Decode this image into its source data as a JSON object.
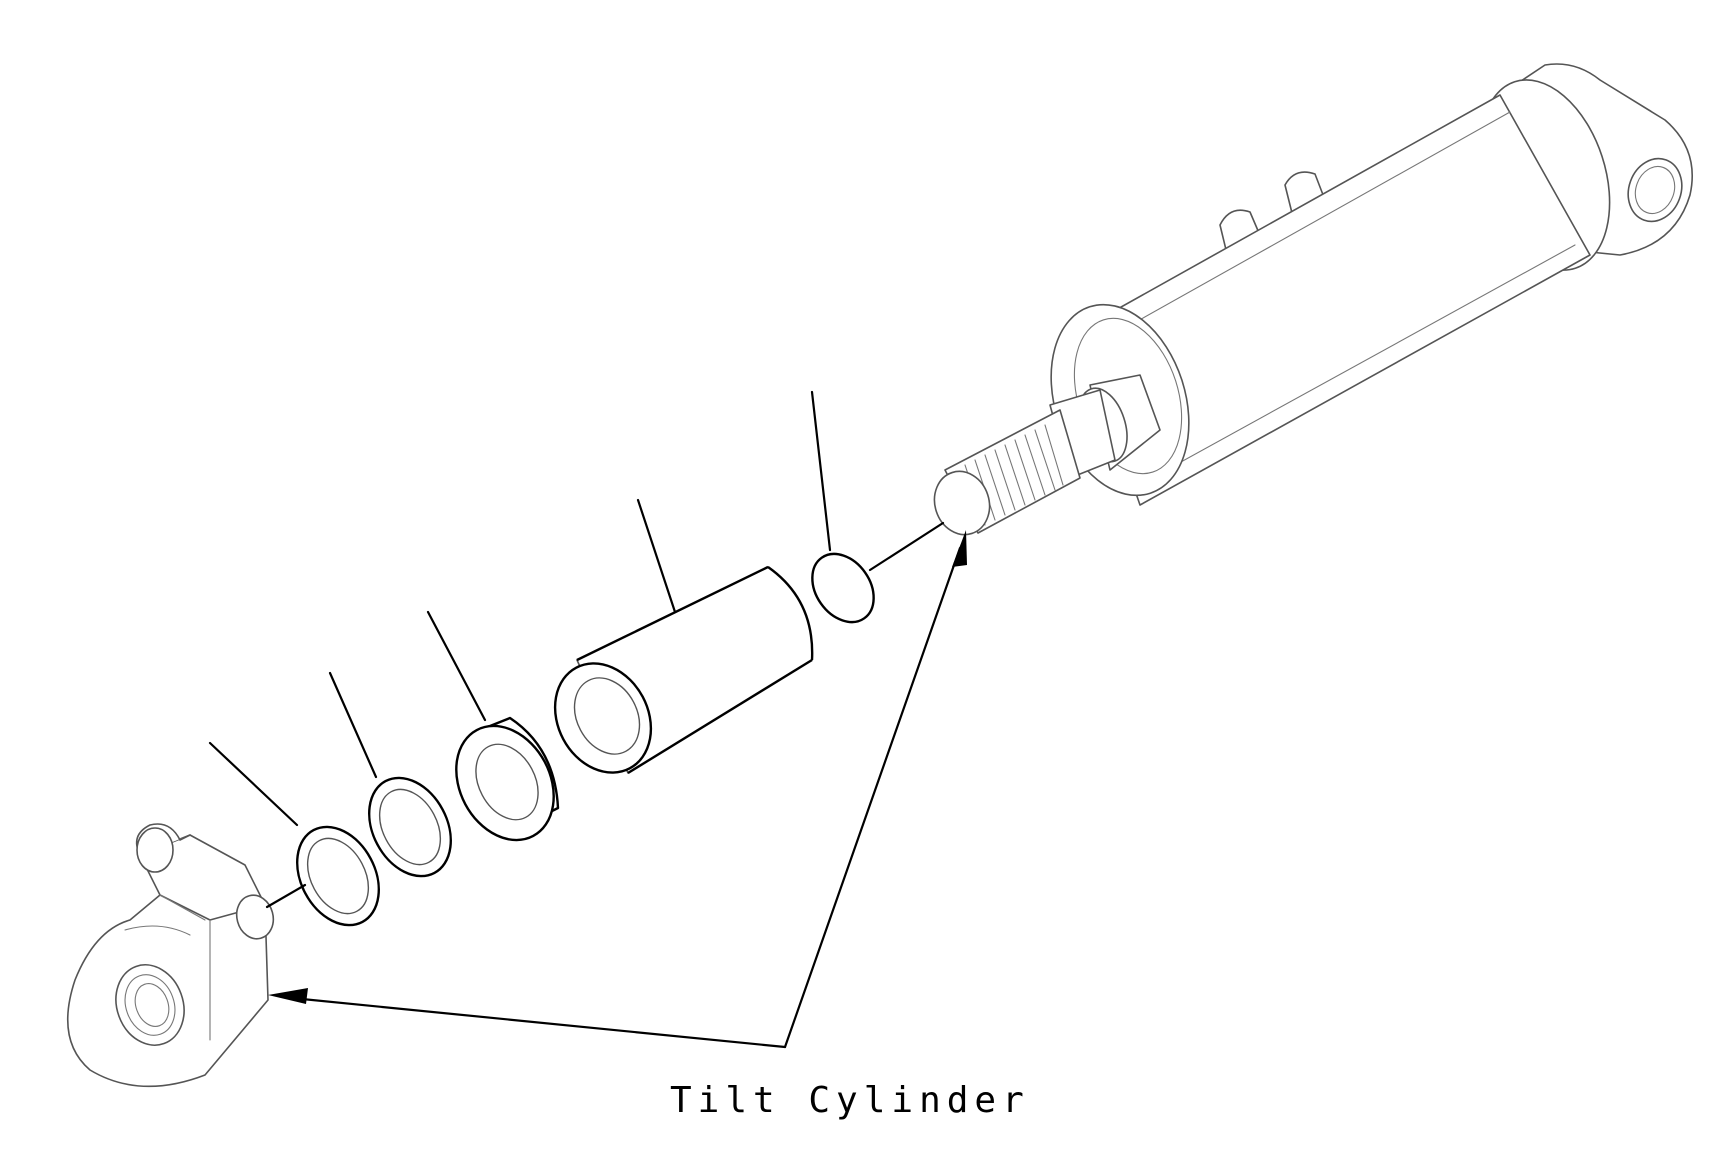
{
  "labels": {
    "callout": "Tilt Cylinder"
  },
  "parts": [
    "cylinder-body",
    "threaded-rod-end",
    "o-ring",
    "sleeve",
    "thick-washer",
    "washer-2",
    "washer-1",
    "rod-end-clevis"
  ],
  "colors": {
    "line": "#000000",
    "part_outline": "#555555",
    "background": "#ffffff"
  }
}
